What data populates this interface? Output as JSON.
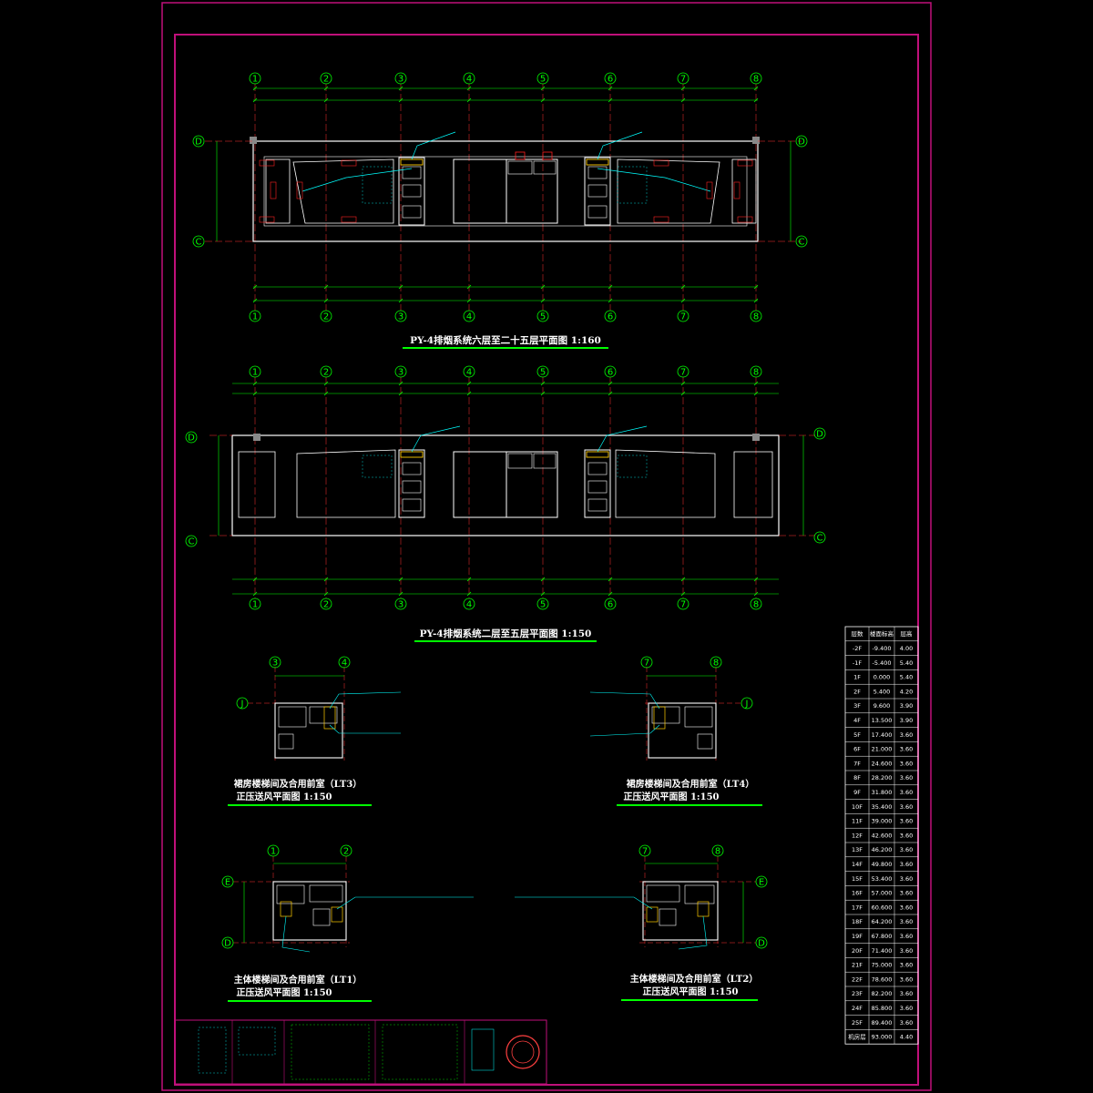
{
  "plans": [
    {
      "id": "plan-top",
      "title": "PY-4排烟系统六层至二十五层平面图 1:160"
    },
    {
      "id": "plan-second",
      "title": "PY-4排烟系统二层至五层平面图 1:150"
    }
  ],
  "column_axes": [
    "1",
    "2",
    "3",
    "4",
    "5",
    "6",
    "7",
    "8"
  ],
  "row_axes_main": [
    "D",
    "C"
  ],
  "stair_details": [
    {
      "id": "lt3",
      "line1": "裙房楼梯间及合用前室（LT3）",
      "line2": "正压送风平面图 1:150",
      "axes": [
        "3",
        "4",
        "J"
      ]
    },
    {
      "id": "lt4",
      "line1": "裙房楼梯间及合用前室（LT4）",
      "line2": "正压送风平面图 1:150",
      "axes": [
        "7",
        "8",
        "J"
      ]
    },
    {
      "id": "lt1",
      "line1": "主体楼梯间及合用前室（LT1）",
      "line2": "正压送风平面图 1:150",
      "axes": [
        "1",
        "2",
        "E",
        "D"
      ]
    },
    {
      "id": "lt2",
      "line1": "主体楼梯间及合用前室（LT2）",
      "line2": "正压送风平面图 1:150",
      "axes": [
        "7",
        "8",
        "E",
        "D"
      ]
    }
  ],
  "floor_table": {
    "headers": [
      "层数",
      "楼面标高",
      "层高"
    ],
    "rows": [
      [
        "-2F",
        "-9.400",
        "4.00"
      ],
      [
        "-1F",
        "-5.400",
        "5.40"
      ],
      [
        "1F",
        "0.000",
        "5.40"
      ],
      [
        "2F",
        "5.400",
        "4.20"
      ],
      [
        "3F",
        "9.600",
        "3.90"
      ],
      [
        "4F",
        "13.500",
        "3.90"
      ],
      [
        "5F",
        "17.400",
        "3.60"
      ],
      [
        "6F",
        "21.000",
        "3.60"
      ],
      [
        "7F",
        "24.600",
        "3.60"
      ],
      [
        "8F",
        "28.200",
        "3.60"
      ],
      [
        "9F",
        "31.800",
        "3.60"
      ],
      [
        "10F",
        "35.400",
        "3.60"
      ],
      [
        "11F",
        "39.000",
        "3.60"
      ],
      [
        "12F",
        "42.600",
        "3.60"
      ],
      [
        "13F",
        "46.200",
        "3.60"
      ],
      [
        "14F",
        "49.800",
        "3.60"
      ],
      [
        "15F",
        "53.400",
        "3.60"
      ],
      [
        "16F",
        "57.000",
        "3.60"
      ],
      [
        "17F",
        "60.600",
        "3.60"
      ],
      [
        "18F",
        "64.200",
        "3.60"
      ],
      [
        "19F",
        "67.800",
        "3.60"
      ],
      [
        "20F",
        "71.400",
        "3.60"
      ],
      [
        "21F",
        "75.000",
        "3.60"
      ],
      [
        "22F",
        "78.600",
        "3.60"
      ],
      [
        "23F",
        "82.200",
        "3.60"
      ],
      [
        "24F",
        "85.800",
        "3.60"
      ],
      [
        "25F",
        "89.400",
        "3.60"
      ],
      [
        "机房层",
        "93.000",
        "4.40"
      ]
    ]
  },
  "colors": {
    "background": "#000000",
    "frame": "#c0107a",
    "wall": "#ffffff",
    "grid": "#ff3030",
    "dimension": "#00ff00",
    "duct": "#00ffff",
    "annotation": "#ff2020",
    "title_underline": "#00ff00"
  }
}
